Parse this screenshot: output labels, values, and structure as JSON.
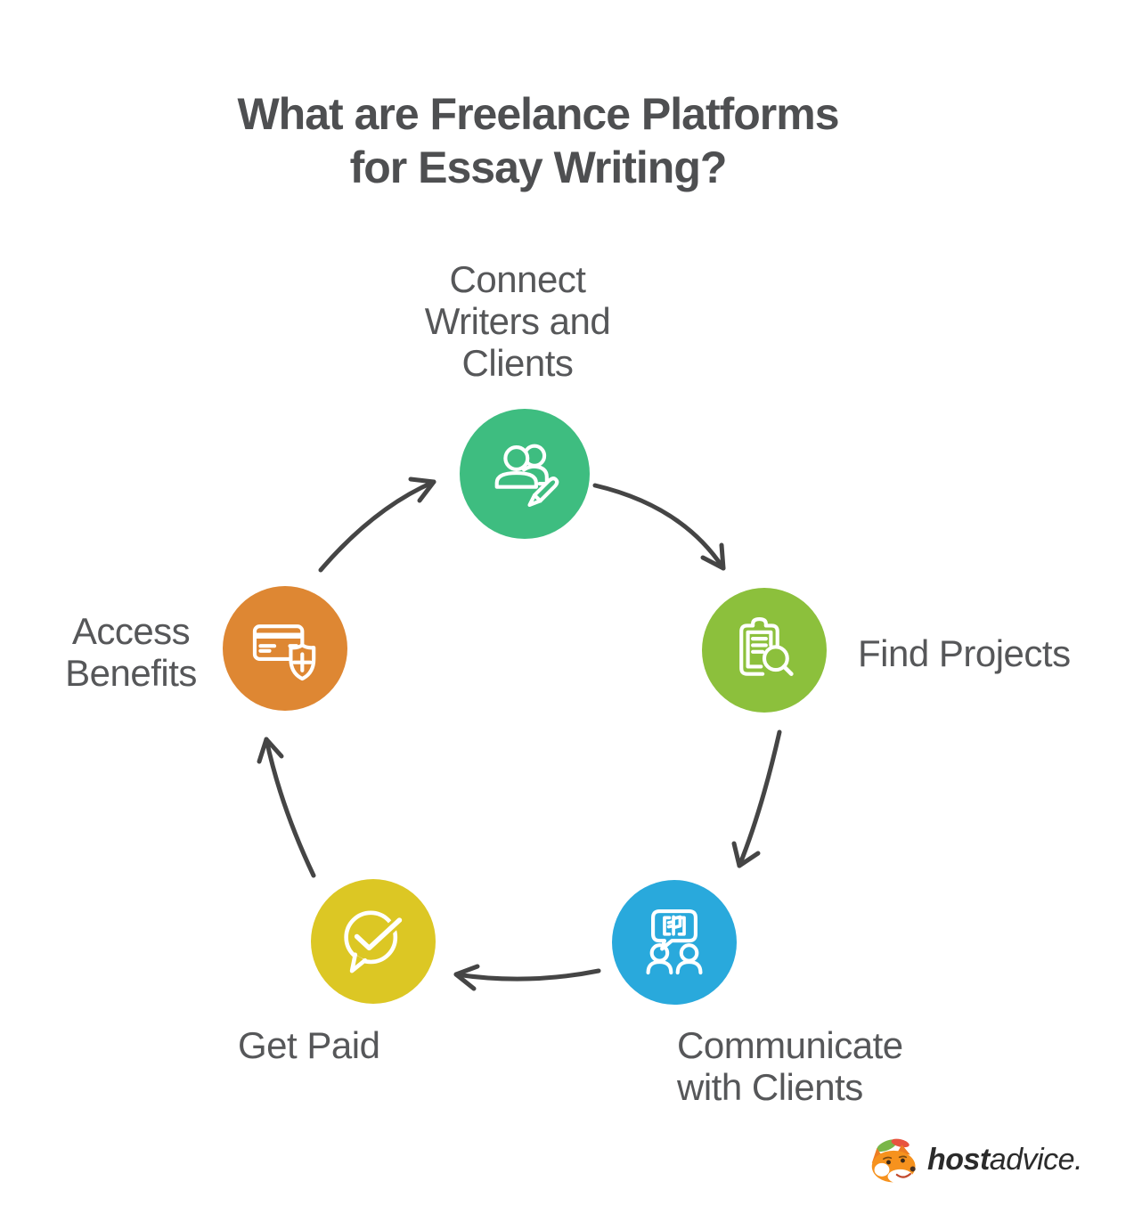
{
  "title": "What are Freelance Platforms\nfor Essay Writing?",
  "cycle": {
    "description": "Circular five-step process diagram connected by curved arrows",
    "steps": [
      {
        "label": "Connect\nWriters and\nClients",
        "icon": "writers-clients-icon",
        "color": "#3EBD80",
        "position": "top"
      },
      {
        "label": "Find Projects",
        "icon": "find-projects-icon",
        "color": "#8CC03C",
        "position": "right"
      },
      {
        "label": "Communicate\nwith Clients",
        "icon": "communicate-clients-icon",
        "color": "#29A9DC",
        "position": "bottom-right"
      },
      {
        "label": "Get Paid",
        "icon": "get-paid-icon",
        "color": "#DCC724",
        "position": "bottom-left"
      },
      {
        "label": "Access\nBenefits",
        "icon": "access-benefits-icon",
        "color": "#DE8733",
        "position": "left"
      }
    ],
    "arrow_color": "#454545"
  },
  "branding": {
    "logo_icon": "fox-mascot-icon",
    "logo_bold": "host",
    "logo_regular": "advice."
  }
}
